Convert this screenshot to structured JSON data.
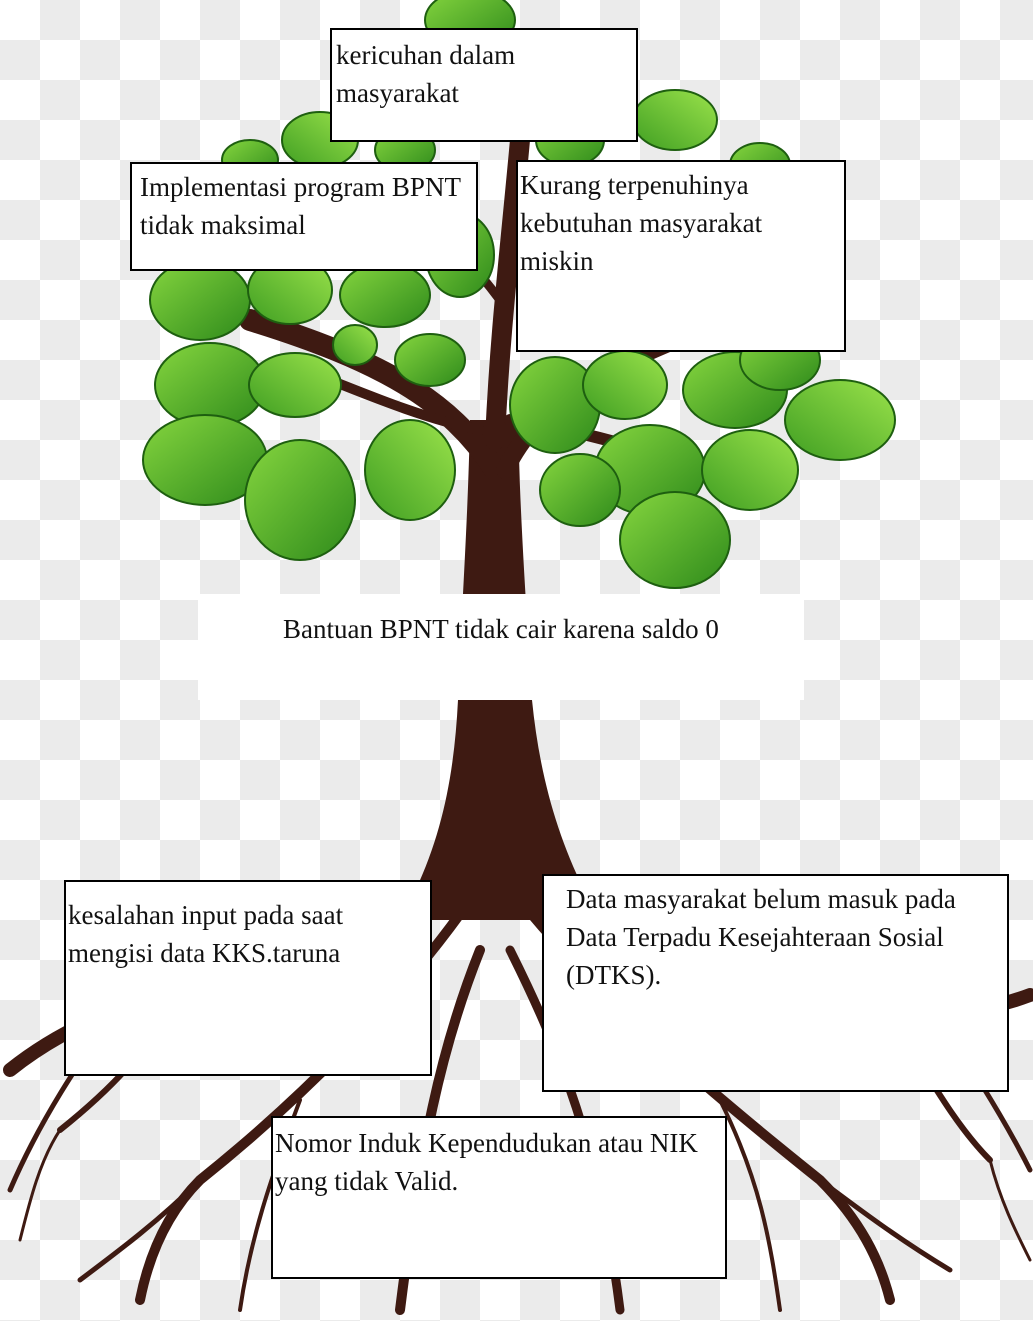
{
  "diagram": {
    "core_problem": "Bantuan BPNT tidak cair karena saldo 0",
    "effects": {
      "top": "kericuhan dalam masyarakat",
      "left": "Implementasi program BPNT tidak maksimal",
      "right": "Kurang terpenuhinya kebutuhan masyarakat miskin"
    },
    "causes": {
      "left": "kesalahan input pada saat mengisi data KKS.taruna",
      "right": "Data masyarakat belum masuk pada Data Terpadu Kesejahteraan Sosial (DTKS).",
      "bottom": "Nomor Induk Kependudukan atau NIK yang tidak Valid."
    }
  },
  "colors": {
    "trunk": "#3e1a12",
    "leaf_dark": "#2f8a1c",
    "leaf_light": "#7fd13a",
    "checker": "#ebebeb"
  }
}
